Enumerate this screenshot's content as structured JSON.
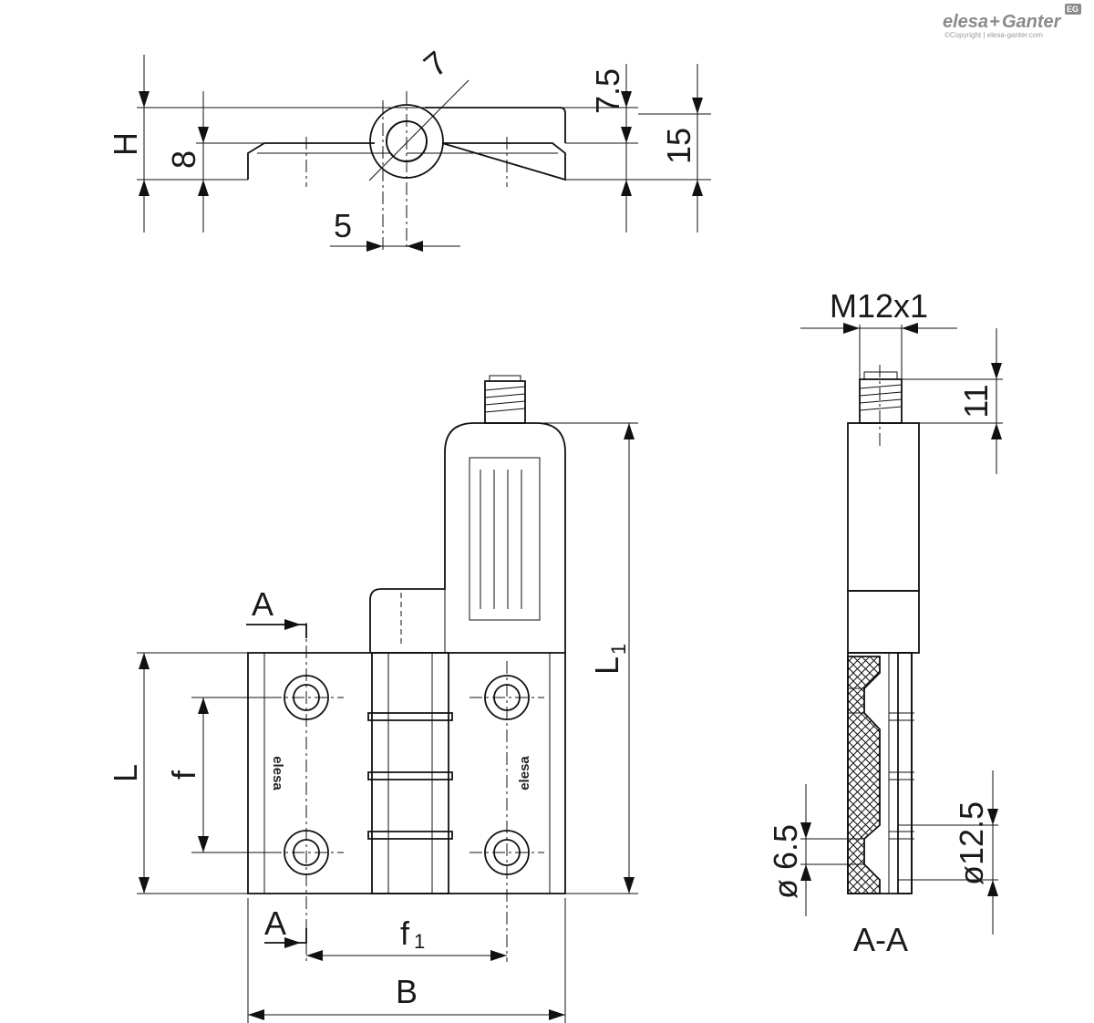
{
  "header": {
    "brand_primary": "elesa",
    "brand_separator": "+",
    "brand_secondary": "Ganter",
    "badge": "EG",
    "copyright": "©Copyright | elesa-ganter.com"
  },
  "colors": {
    "line": "#111111",
    "logo_grey": "#8a8a8a",
    "hatch": "#111111",
    "background": "#ffffff"
  },
  "top_view": {
    "labels": {
      "height": "H",
      "body_thickness": "8",
      "leaf_thickness": "7.5",
      "total_thickness": "15",
      "pin_diameter": "7",
      "axis_offset": "5"
    }
  },
  "front_view": {
    "labels": {
      "section_top": "A",
      "section_bottom": "A",
      "length": "L",
      "hole_pitch": "f",
      "overall_length": "L",
      "overall_length_sub": "1",
      "hole_spacing": "f",
      "hole_spacing_sub": "1",
      "width": "B"
    },
    "leaf_marking": "elesa"
  },
  "section_view": {
    "labels": {
      "thread": "M12x1",
      "thread_length": "11",
      "hole_diameter": "ø 6.5",
      "counterbore_diameter": "ø12.5",
      "section_title": "A-A"
    }
  }
}
